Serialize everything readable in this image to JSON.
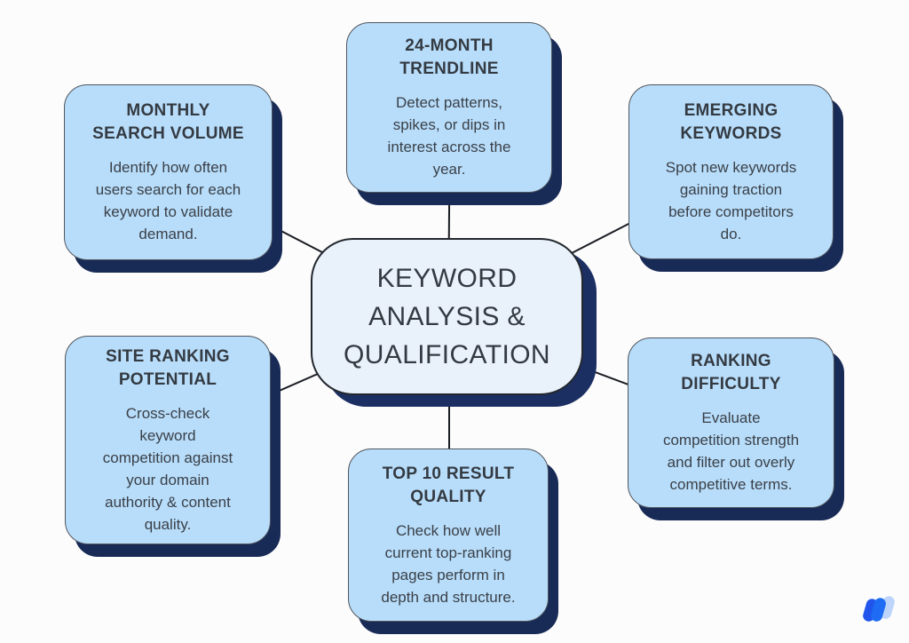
{
  "diagram": {
    "center": {
      "title": "KEYWORD\nANALYSIS &\nQUALIFICATION"
    },
    "nodes": {
      "trendline": {
        "title": "24-MONTH\nTRENDLINE",
        "body": "Detect patterns,\nspikes, or dips in\ninterest across the\nyear."
      },
      "monthly_search_volume": {
        "title": "MONTHLY\nSEARCH VOLUME",
        "body": "Identify how often\nusers search for each\nkeyword to validate\ndemand."
      },
      "emerging_keywords": {
        "title": "EMERGING\nKEYWORDS",
        "body": "Spot new keywords\ngaining traction\nbefore competitors\ndo."
      },
      "site_ranking_potential": {
        "title": "SITE RANKING\nPOTENTIAL",
        "body": "Cross-check\nkeyword\ncompetition against\nyour domain\nauthority & content\nquality."
      },
      "ranking_difficulty": {
        "title": "RANKING\nDIFFICULTY",
        "body": "Evaluate\ncompetition strength\nand filter out overly\ncompetitive terms."
      },
      "top10_result_quality": {
        "title": "TOP 10 RESULT\nQUALITY",
        "body": "Check how well\ncurrent top-ranking\npages perform in\ndepth and structure."
      }
    }
  },
  "colors": {
    "background": "#fcfcfc",
    "satellite_fill": "#b8ddfa",
    "satellite_outline": "#50555d",
    "shadow_navy": "#182a56",
    "center_fill": "#e9f2fb",
    "center_outline": "#23272e",
    "text": "#343a42",
    "connector": "#1a1d24",
    "logo_blue_dark": "#2155ec",
    "logo_blue": "#1d6cf3",
    "logo_blue_light": "#bdd5fb"
  }
}
